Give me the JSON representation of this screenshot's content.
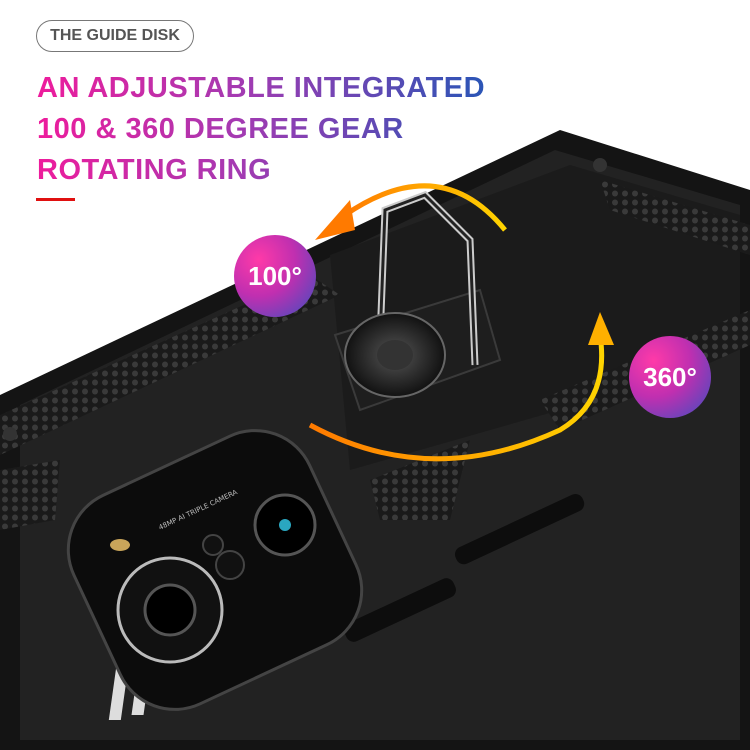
{
  "tag_label": "THE GUIDE DISK",
  "headline": [
    "AN ADJUSTABLE INTEGRATED",
    "100 & 360 DEGREE GEAR",
    "ROTATING RING"
  ],
  "badges": {
    "left": "100°",
    "right": "360°"
  },
  "camera_text": "48MP AI TRIPLE CAMERA",
  "colors": {
    "accent_pink": "#ee1c9c",
    "accent_blue": "#2a55b6",
    "arrow": "#f7a800",
    "divider": "#e01010",
    "case": "#1a1a1a"
  }
}
